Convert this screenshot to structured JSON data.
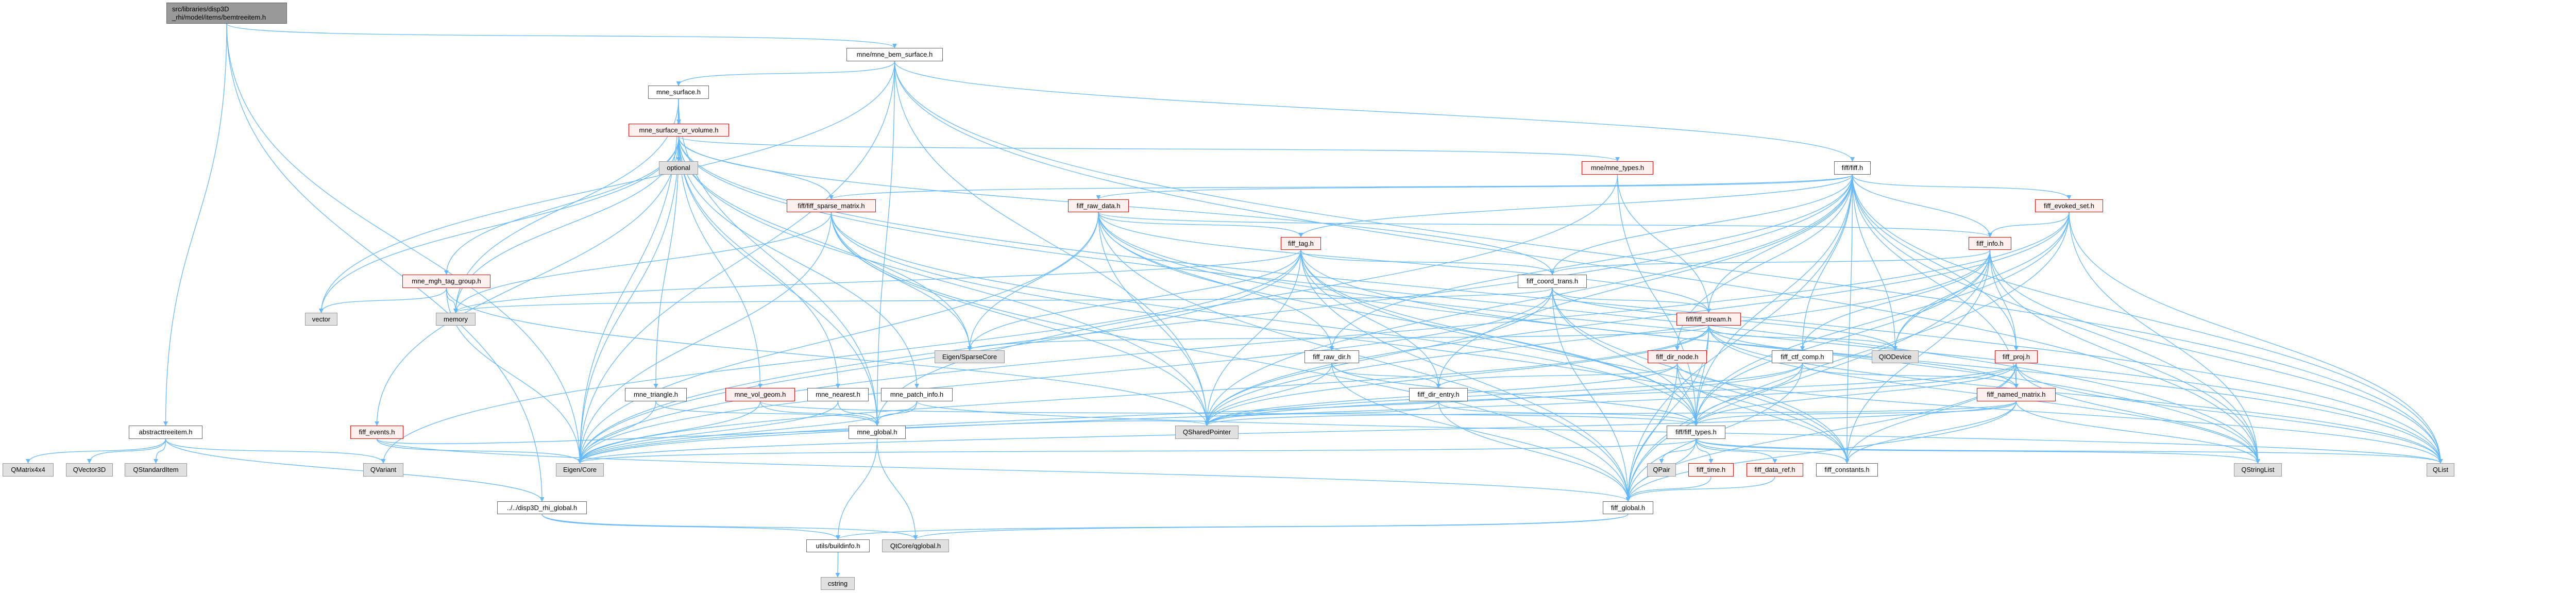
{
  "colors": {
    "edge": "#63b8ff",
    "root_fill": "#999999",
    "normal_border": "#666666",
    "truncated_border": "#ff0000",
    "truncated_fill": "#fff0f0",
    "external_fill": "#e0e0e0"
  },
  "nodes": [
    {
      "id": "root",
      "label": "src/libraries/disp3D\n_rhi/model/items/bemtreeitem.h",
      "kind": "root"
    },
    {
      "id": "abstracttreeitem",
      "label": "abstracttreeitem.h",
      "kind": "normal"
    },
    {
      "id": "qmatrix4x4",
      "label": "QMatrix4x4",
      "kind": "external"
    },
    {
      "id": "qvector3d",
      "label": "QVector3D",
      "kind": "external"
    },
    {
      "id": "qstandarditem",
      "label": "QStandardItem",
      "kind": "external"
    },
    {
      "id": "qvariant",
      "label": "QVariant",
      "kind": "external"
    },
    {
      "id": "disp3d_global",
      "label": "../../disp3D_rhi_global.h",
      "kind": "normal"
    },
    {
      "id": "vector",
      "label": "vector",
      "kind": "external"
    },
    {
      "id": "memory",
      "label": "memory",
      "kind": "external"
    },
    {
      "id": "mgh_tag_group",
      "label": "mne_mgh_tag_group.h",
      "kind": "truncated"
    },
    {
      "id": "fiff_events",
      "label": "fiff_events.h",
      "kind": "truncated"
    },
    {
      "id": "mne_bem_surface",
      "label": "mne/mne_bem_surface.h",
      "kind": "normal"
    },
    {
      "id": "mne_surface",
      "label": "mne_surface.h",
      "kind": "normal"
    },
    {
      "id": "mne_surface_or_volume",
      "label": "mne_surface_or_volume.h",
      "kind": "truncated"
    },
    {
      "id": "optional",
      "label": "optional",
      "kind": "external"
    },
    {
      "id": "fiff_sparse_matrix",
      "label": "fiff/fiff_sparse_matrix.h",
      "kind": "truncated"
    },
    {
      "id": "sparsecore",
      "label": "Eigen/SparseCore",
      "kind": "external"
    },
    {
      "id": "mne_triangle",
      "label": "mne_triangle.h",
      "kind": "normal"
    },
    {
      "id": "mne_vol_geom",
      "label": "mne_vol_geom.h",
      "kind": "truncated"
    },
    {
      "id": "mne_nearest",
      "label": "mne_nearest.h",
      "kind": "normal"
    },
    {
      "id": "mne_patch_info",
      "label": "mne_patch_info.h",
      "kind": "normal"
    },
    {
      "id": "mne_global",
      "label": "mne_global.h",
      "kind": "normal"
    },
    {
      "id": "eigen_core",
      "label": "Eigen/Core",
      "kind": "external"
    },
    {
      "id": "buildinfo",
      "label": "utils/buildinfo.h",
      "kind": "normal"
    },
    {
      "id": "qglobal",
      "label": "QtCore/qglobal.h",
      "kind": "external"
    },
    {
      "id": "cstring",
      "label": "cstring",
      "kind": "external"
    },
    {
      "id": "fiff_raw_data",
      "label": "fiff_raw_data.h",
      "kind": "truncated"
    },
    {
      "id": "fiff_tag",
      "label": "fiff_tag.h",
      "kind": "truncated"
    },
    {
      "id": "fiff_coord_trans",
      "label": "fiff_coord_trans.h",
      "kind": "normal"
    },
    {
      "id": "fiff_raw_dir",
      "label": "fiff_raw_dir.h",
      "kind": "normal"
    },
    {
      "id": "fiff_dir_entry",
      "label": "fiff_dir_entry.h",
      "kind": "normal"
    },
    {
      "id": "qsharedpointer",
      "label": "QSharedPointer",
      "kind": "external"
    },
    {
      "id": "mne_types",
      "label": "mne/mne_types.h",
      "kind": "truncated"
    },
    {
      "id": "fiff_h",
      "label": "fiff/fiff.h",
      "kind": "normal"
    },
    {
      "id": "fiff_evoked_set",
      "label": "fiff_evoked_set.h",
      "kind": "truncated"
    },
    {
      "id": "fiff_info",
      "label": "fiff_info.h",
      "kind": "truncated"
    },
    {
      "id": "fiff_stream",
      "label": "fiff/fiff_stream.h",
      "kind": "truncated"
    },
    {
      "id": "fiff_dir_node",
      "label": "fiff_dir_node.h",
      "kind": "truncated"
    },
    {
      "id": "fiff_ctf_comp",
      "label": "fiff_ctf_comp.h",
      "kind": "normal"
    },
    {
      "id": "qiodevice",
      "label": "QIODevice",
      "kind": "external"
    },
    {
      "id": "fiff_proj",
      "label": "fiff_proj.h",
      "kind": "truncated"
    },
    {
      "id": "fiff_named_matrix",
      "label": "fiff_named_matrix.h",
      "kind": "truncated"
    },
    {
      "id": "fiff_types",
      "label": "fiff/fiff_types.h",
      "kind": "normal"
    },
    {
      "id": "qpair",
      "label": "QPair",
      "kind": "external"
    },
    {
      "id": "fiff_time",
      "label": "fiff_time.h",
      "kind": "truncated"
    },
    {
      "id": "fiff_data_ref",
      "label": "fiff_data_ref.h",
      "kind": "truncated"
    },
    {
      "id": "fiff_constants",
      "label": "fiff_constants.h",
      "kind": "normal"
    },
    {
      "id": "fiff_global",
      "label": "fiff_global.h",
      "kind": "normal"
    },
    {
      "id": "qstringlist",
      "label": "QStringList",
      "kind": "external"
    },
    {
      "id": "qlist",
      "label": "QList",
      "kind": "external"
    }
  ],
  "edges": [
    [
      "root",
      "abstracttreeitem"
    ],
    [
      "root",
      "mne_bem_surface"
    ],
    [
      "root",
      "disp3d_global"
    ],
    [
      "root",
      "eigen_core"
    ],
    [
      "abstracttreeitem",
      "qmatrix4x4"
    ],
    [
      "abstracttreeitem",
      "qvector3d"
    ],
    [
      "abstracttreeitem",
      "qstandarditem"
    ],
    [
      "abstracttreeitem",
      "qvariant"
    ],
    [
      "abstracttreeitem",
      "disp3d_global"
    ],
    [
      "disp3d_global",
      "buildinfo"
    ],
    [
      "disp3d_global",
      "qglobal"
    ],
    [
      "mne_global",
      "buildinfo"
    ],
    [
      "mne_global",
      "qglobal"
    ],
    [
      "buildinfo",
      "cstring"
    ],
    [
      "fiff_global",
      "buildinfo"
    ],
    [
      "fiff_global",
      "qglobal"
    ],
    [
      "mne_bem_surface",
      "mne_surface"
    ],
    [
      "mne_bem_surface",
      "fiff_h"
    ],
    [
      "mne_bem_surface",
      "mne_global"
    ],
    [
      "mne_bem_surface",
      "eigen_core"
    ],
    [
      "mne_bem_surface",
      "qlist"
    ],
    [
      "mne_bem_surface",
      "qstringlist"
    ],
    [
      "mne_bem_surface",
      "qsharedpointer"
    ],
    [
      "mne_bem_surface",
      "vector"
    ],
    [
      "mne_surface",
      "mne_surface_or_volume"
    ],
    [
      "mne_surface",
      "eigen_core"
    ],
    [
      "mne_surface",
      "memory"
    ],
    [
      "mne_surface",
      "mne_global"
    ],
    [
      "mne_surface_or_volume",
      "optional"
    ],
    [
      "mne_surface_or_volume",
      "fiff_sparse_matrix"
    ],
    [
      "mne_surface_or_volume",
      "mne_triangle"
    ],
    [
      "mne_surface_or_volume",
      "mne_vol_geom"
    ],
    [
      "mne_surface_or_volume",
      "mne_nearest"
    ],
    [
      "mne_surface_or_volume",
      "mne_patch_info"
    ],
    [
      "mne_surface_or_volume",
      "mgh_tag_group"
    ],
    [
      "mne_surface_or_volume",
      "mne_types"
    ],
    [
      "mne_surface_or_volume",
      "fiff_coord_trans"
    ],
    [
      "mne_surface_or_volume",
      "eigen_core"
    ],
    [
      "mne_surface_or_volume",
      "sparsecore"
    ],
    [
      "mne_surface_or_volume",
      "vector"
    ],
    [
      "mne_surface_or_volume",
      "memory"
    ],
    [
      "mne_surface_or_volume",
      "qsharedpointer"
    ],
    [
      "mne_surface_or_volume",
      "mne_global"
    ],
    [
      "mne_surface_or_volume",
      "fiff_events"
    ],
    [
      "mne_surface_or_volume",
      "qstringlist"
    ],
    [
      "mne_surface_or_volume",
      "qlist"
    ],
    [
      "mgh_tag_group",
      "vector"
    ],
    [
      "mgh_tag_group",
      "memory"
    ],
    [
      "mgh_tag_group",
      "eigen_core"
    ],
    [
      "mgh_tag_group",
      "qsharedpointer"
    ],
    [
      "fiff_events",
      "eigen_core"
    ],
    [
      "fiff_events",
      "fiff_global"
    ],
    [
      "fiff_events",
      "qsharedpointer"
    ],
    [
      "mne_triangle",
      "eigen_core"
    ],
    [
      "mne_triangle",
      "mne_global"
    ],
    [
      "mne_vol_geom",
      "eigen_core"
    ],
    [
      "mne_vol_geom",
      "mne_global"
    ],
    [
      "mne_vol_geom",
      "fiff_types"
    ],
    [
      "mne_nearest",
      "eigen_core"
    ],
    [
      "mne_nearest",
      "mne_global"
    ],
    [
      "mne_patch_info",
      "eigen_core"
    ],
    [
      "mne_patch_info",
      "mne_global"
    ],
    [
      "mne_patch_info",
      "qlist"
    ],
    [
      "fiff_sparse_matrix",
      "eigen_core"
    ],
    [
      "fiff_sparse_matrix",
      "sparsecore"
    ],
    [
      "fiff_sparse_matrix",
      "fiff_types"
    ],
    [
      "fiff_sparse_matrix",
      "fiff_global"
    ],
    [
      "fiff_sparse_matrix",
      "memory"
    ],
    [
      "fiff_sparse_matrix",
      "qsharedpointer"
    ],
    [
      "fiff_sparse_matrix",
      "fiff_constants"
    ],
    [
      "mne_types",
      "fiff_stream"
    ],
    [
      "mne_types",
      "fiff_types"
    ],
    [
      "mne_types",
      "mne_global"
    ],
    [
      "fiff_h",
      "fiff_raw_data"
    ],
    [
      "fiff_h",
      "fiff_tag"
    ],
    [
      "fiff_h",
      "fiff_coord_trans"
    ],
    [
      "fiff_h",
      "fiff_info"
    ],
    [
      "fiff_h",
      "fiff_evoked_set"
    ],
    [
      "fiff_h",
      "fiff_stream"
    ],
    [
      "fiff_h",
      "fiff_dir_node"
    ],
    [
      "fiff_h",
      "fiff_ctf_comp"
    ],
    [
      "fiff_h",
      "qiodevice"
    ],
    [
      "fiff_h",
      "fiff_proj"
    ],
    [
      "fiff_h",
      "fiff_named_matrix"
    ],
    [
      "fiff_h",
      "fiff_types"
    ],
    [
      "fiff_h",
      "fiff_constants"
    ],
    [
      "fiff_h",
      "fiff_global"
    ],
    [
      "fiff_h",
      "fiff_raw_dir"
    ],
    [
      "fiff_h",
      "fiff_dir_entry"
    ],
    [
      "fiff_h",
      "qsharedpointer"
    ],
    [
      "fiff_h",
      "qstringlist"
    ],
    [
      "fiff_h",
      "qlist"
    ],
    [
      "fiff_h",
      "eigen_core"
    ],
    [
      "fiff_h",
      "fiff_sparse_matrix"
    ],
    [
      "fiff_raw_data",
      "fiff_info"
    ],
    [
      "fiff_raw_data",
      "fiff_tag"
    ],
    [
      "fiff_raw_data",
      "fiff_raw_dir"
    ],
    [
      "fiff_raw_data",
      "fiff_types"
    ],
    [
      "fiff_raw_data",
      "fiff_global"
    ],
    [
      "fiff_raw_data",
      "sparsecore"
    ],
    [
      "fiff_raw_data",
      "eigen_core"
    ],
    [
      "fiff_raw_data",
      "qsharedpointer"
    ],
    [
      "fiff_raw_data",
      "qstringlist"
    ],
    [
      "fiff_raw_data",
      "qlist"
    ],
    [
      "fiff_raw_data",
      "fiff_stream"
    ],
    [
      "fiff_tag",
      "fiff_coord_trans"
    ],
    [
      "fiff_tag",
      "fiff_dir_entry"
    ],
    [
      "fiff_tag",
      "fiff_types"
    ],
    [
      "fiff_tag",
      "fiff_global"
    ],
    [
      "fiff_tag",
      "eigen_core"
    ],
    [
      "fiff_tag",
      "sparsecore"
    ],
    [
      "fiff_tag",
      "qsharedpointer"
    ],
    [
      "fiff_tag",
      "qlist"
    ],
    [
      "fiff_tag",
      "fiff_constants"
    ],
    [
      "fiff_tag",
      "memory"
    ],
    [
      "fiff_tag",
      "qvariant"
    ],
    [
      "fiff_coord_trans",
      "fiff_types"
    ],
    [
      "fiff_coord_trans",
      "fiff_global"
    ],
    [
      "fiff_coord_trans",
      "eigen_core"
    ],
    [
      "fiff_coord_trans",
      "qsharedpointer"
    ],
    [
      "fiff_coord_trans",
      "fiff_stream"
    ],
    [
      "fiff_coord_trans",
      "qiodevice"
    ],
    [
      "fiff_coord_trans",
      "fiff_constants"
    ],
    [
      "fiff_coord_trans",
      "memory"
    ],
    [
      "fiff_info",
      "fiff_coord_trans"
    ],
    [
      "fiff_info",
      "fiff_ctf_comp"
    ],
    [
      "fiff_info",
      "fiff_proj"
    ],
    [
      "fiff_info",
      "fiff_types"
    ],
    [
      "fiff_info",
      "fiff_global"
    ],
    [
      "fiff_info",
      "qsharedpointer"
    ],
    [
      "fiff_info",
      "qstringlist"
    ],
    [
      "fiff_info",
      "qlist"
    ],
    [
      "fiff_info",
      "fiff_constants"
    ],
    [
      "fiff_info",
      "qiodevice"
    ],
    [
      "fiff_evoked_set",
      "fiff_info"
    ],
    [
      "fiff_evoked_set",
      "fiff_global"
    ],
    [
      "fiff_evoked_set",
      "qstringlist"
    ],
    [
      "fiff_evoked_set",
      "qlist"
    ],
    [
      "fiff_evoked_set",
      "qsharedpointer"
    ],
    [
      "fiff_evoked_set",
      "fiff_types"
    ],
    [
      "fiff_evoked_set",
      "eigen_core"
    ],
    [
      "fiff_evoked_set",
      "qiodevice"
    ],
    [
      "fiff_stream",
      "fiff_dir_node"
    ],
    [
      "fiff_stream",
      "fiff_types"
    ],
    [
      "fiff_stream",
      "qiodevice"
    ],
    [
      "fiff_stream",
      "fiff_global"
    ],
    [
      "fiff_stream",
      "qsharedpointer"
    ],
    [
      "fiff_stream",
      "qlist"
    ],
    [
      "fiff_stream",
      "qstringlist"
    ],
    [
      "fiff_stream",
      "eigen_core"
    ],
    [
      "fiff_stream",
      "sparsecore"
    ],
    [
      "fiff_stream",
      "fiff_named_matrix"
    ],
    [
      "fiff_dir_node",
      "fiff_dir_entry"
    ],
    [
      "fiff_dir_node",
      "fiff_types"
    ],
    [
      "fiff_dir_node",
      "fiff_global"
    ],
    [
      "fiff_dir_node",
      "fiff_constants"
    ],
    [
      "fiff_dir_node",
      "qsharedpointer"
    ],
    [
      "fiff_dir_node",
      "qlist"
    ],
    [
      "fiff_ctf_comp",
      "fiff_named_matrix"
    ],
    [
      "fiff_ctf_comp",
      "fiff_types"
    ],
    [
      "fiff_ctf_comp",
      "fiff_global"
    ],
    [
      "fiff_ctf_comp",
      "qsharedpointer"
    ],
    [
      "fiff_ctf_comp",
      "eigen_core"
    ],
    [
      "fiff_proj",
      "fiff_named_matrix"
    ],
    [
      "fiff_proj",
      "fiff_types"
    ],
    [
      "fiff_proj",
      "fiff_global"
    ],
    [
      "fiff_proj",
      "qsharedpointer"
    ],
    [
      "fiff_proj",
      "qstringlist"
    ],
    [
      "fiff_proj",
      "qlist"
    ],
    [
      "fiff_proj",
      "eigen_core"
    ],
    [
      "fiff_proj",
      "fiff_constants"
    ],
    [
      "fiff_named_matrix",
      "fiff_types"
    ],
    [
      "fiff_named_matrix",
      "fiff_global"
    ],
    [
      "fiff_named_matrix",
      "fiff_constants"
    ],
    [
      "fiff_named_matrix",
      "qsharedpointer"
    ],
    [
      "fiff_named_matrix",
      "qstringlist"
    ],
    [
      "fiff_named_matrix",
      "eigen_core"
    ],
    [
      "fiff_raw_dir",
      "fiff_dir_entry"
    ],
    [
      "fiff_raw_dir",
      "fiff_types"
    ],
    [
      "fiff_raw_dir",
      "fiff_global"
    ],
    [
      "fiff_raw_dir",
      "qsharedpointer"
    ],
    [
      "fiff_dir_entry",
      "fiff_types"
    ],
    [
      "fiff_dir_entry",
      "fiff_global"
    ],
    [
      "fiff_dir_entry",
      "qsharedpointer"
    ],
    [
      "fiff_types",
      "qpair"
    ],
    [
      "fiff_types",
      "fiff_time"
    ],
    [
      "fiff_types",
      "fiff_data_ref"
    ],
    [
      "fiff_types",
      "fiff_constants"
    ],
    [
      "fiff_types",
      "fiff_global"
    ],
    [
      "fiff_types",
      "eigen_core"
    ],
    [
      "fiff_types",
      "qlist"
    ],
    [
      "fiff_types",
      "qstringlist"
    ],
    [
      "fiff_time",
      "fiff_global"
    ],
    [
      "fiff_data_ref",
      "fiff_global"
    ]
  ]
}
